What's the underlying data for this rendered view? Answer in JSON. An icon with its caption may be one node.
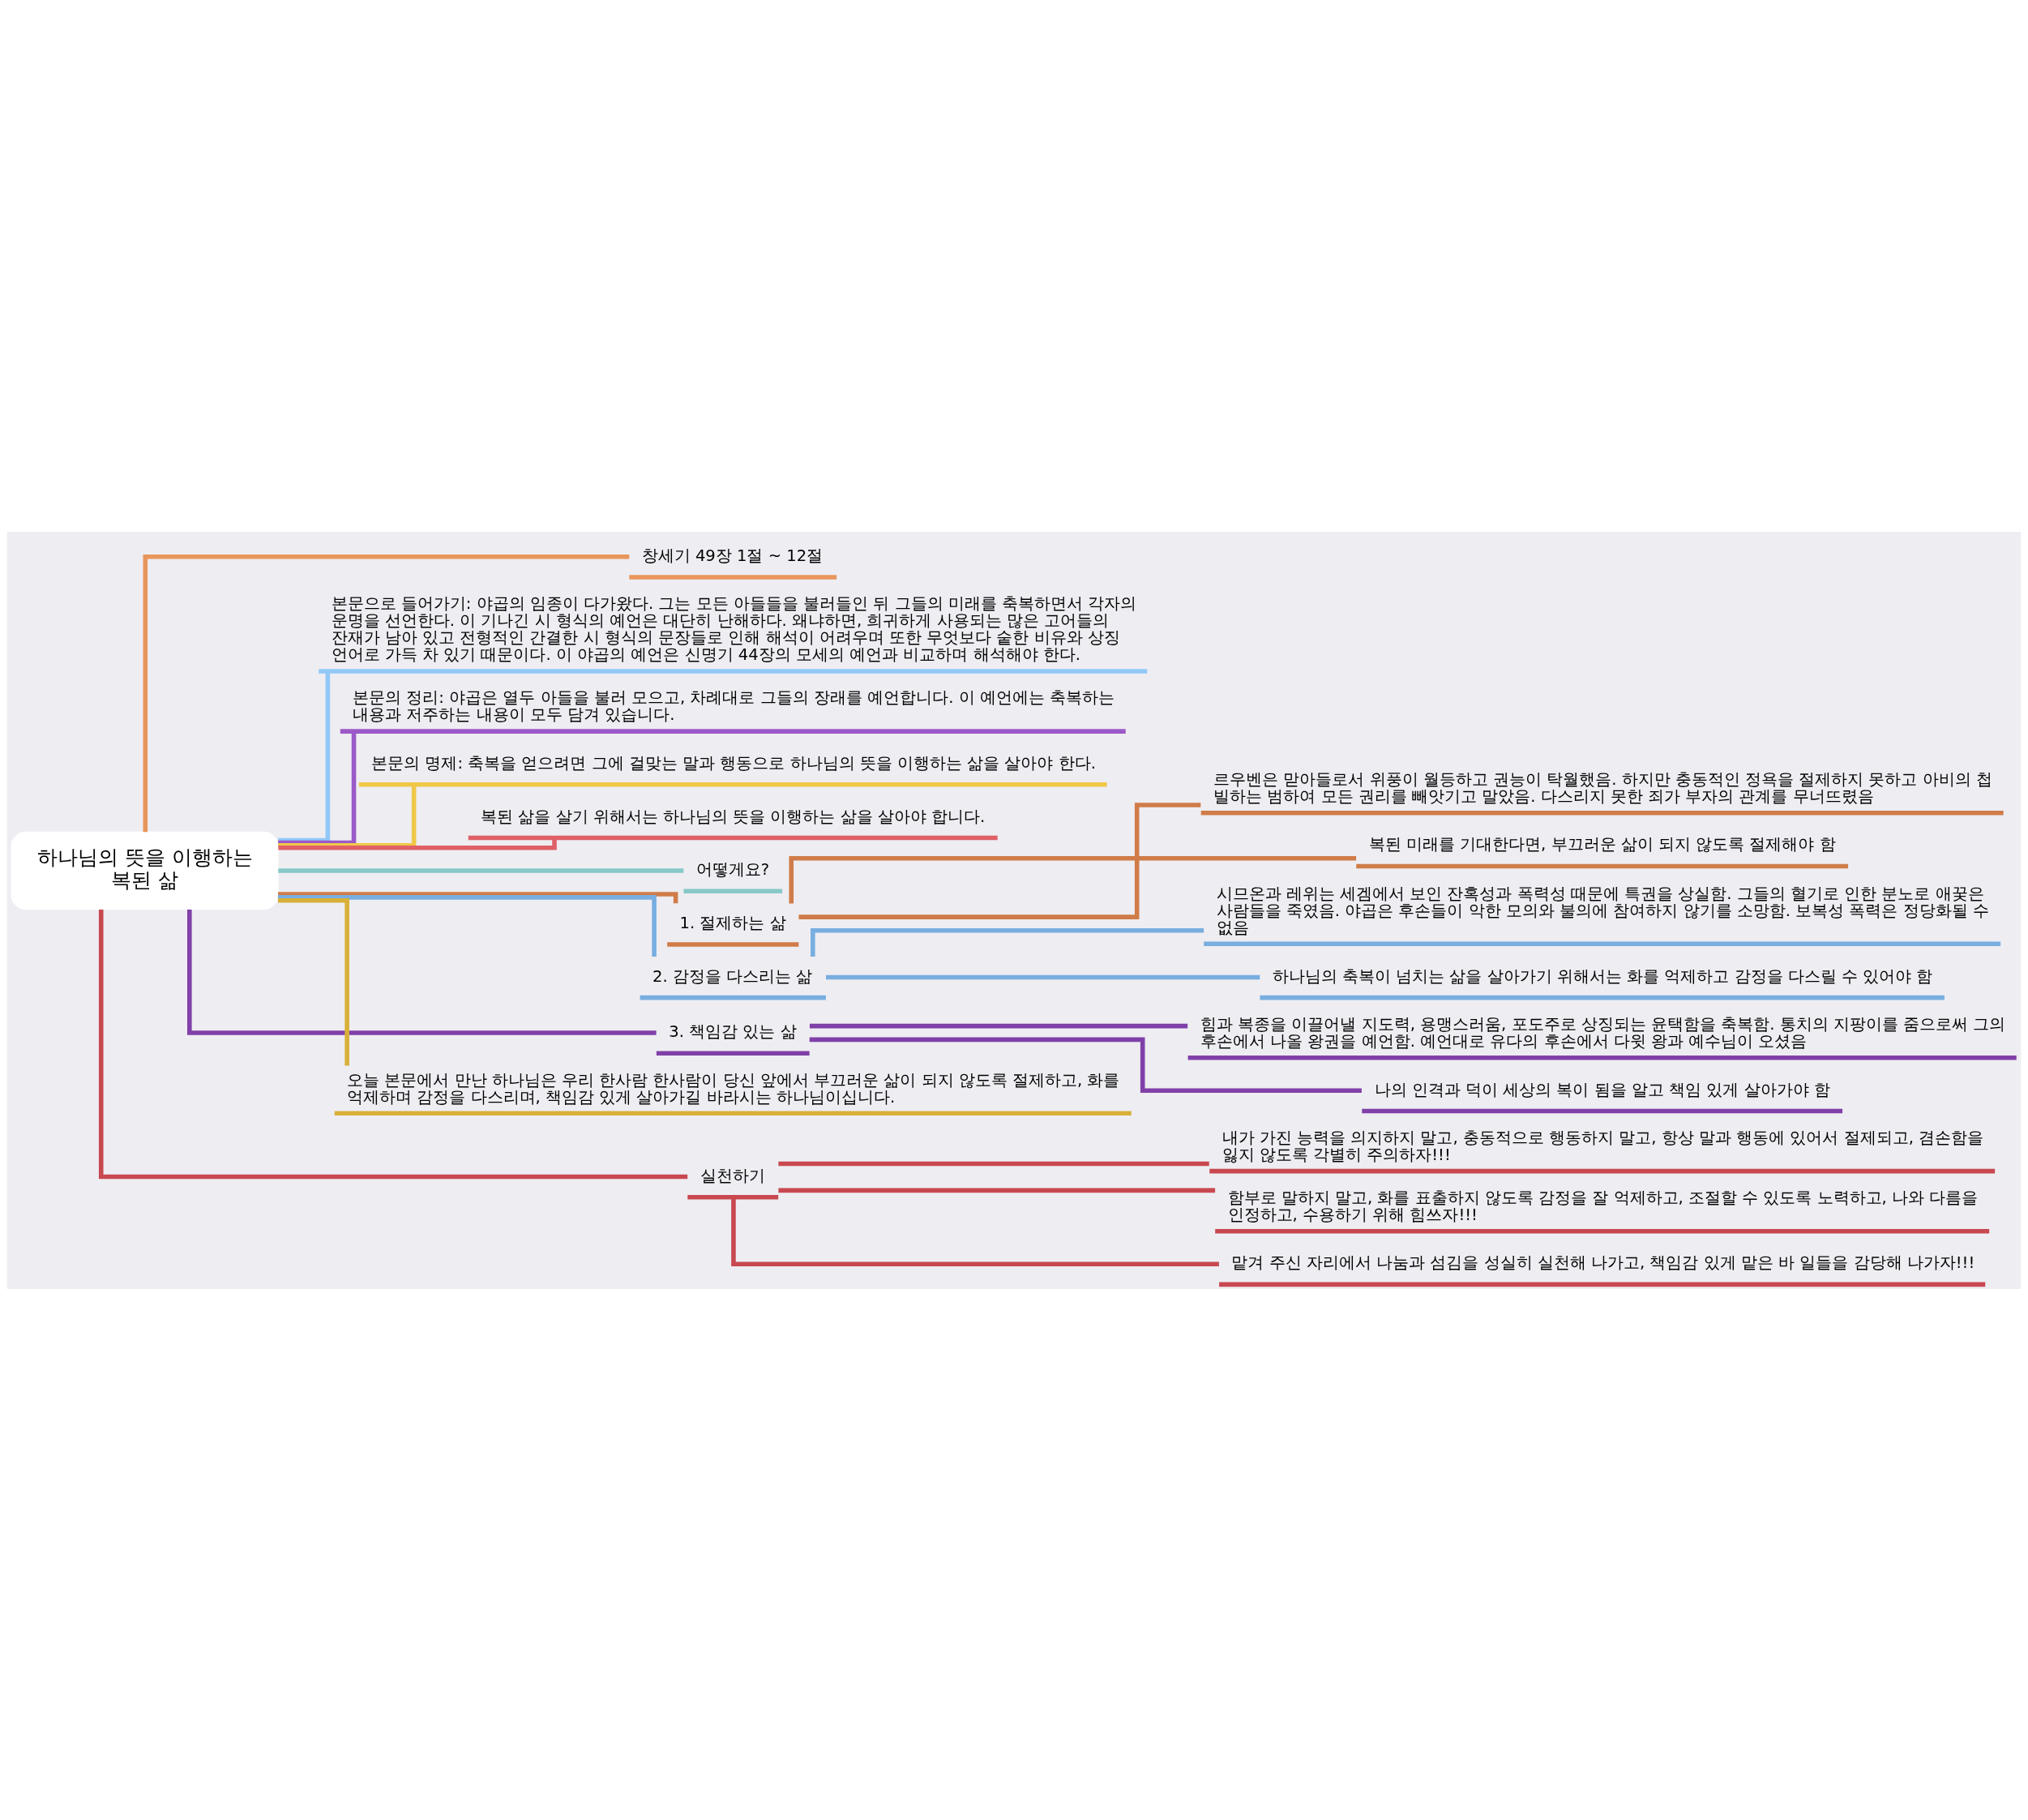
{
  "diagram": {
    "nodes": [
      {
        "text": [
          "하나님의 뜻을 이행하는 복된 삶"
        ]
      },
      {
        "text": [
          "창세기 49장 1절 ~ 12절"
        ]
      },
      {
        "text": [
          "본문으로 들어가기: 야곱의 임종이 다가왔다. 그는 모든 아들들을 불러들인 뒤 그들의 미래를 축복하면서 각자의 운명을 선언한다. 이 기나긴 시 형식의 예언은 대단히 난해하다. 왜냐하면, 희귀하게 사용되는 많은 고어들의 잔재가 남아 있고 전형적인 간결한 시 형식의 문장들로 인해 해석이 어려우며 또한 무엇보다 숱한 비유와 상징 언어로 가득 차 있기 때문이다. 이 야곱의 예언은 신명기 44장의 모세의 예언과 비교하며 해석해야 한다."
        ]
      },
      {
        "text": [
          "본문의 정리: 야곱은 열두 아들을 불러 모으고, 차례대로 그들의 장래를 예언합니다. 이 예언에는 축복하는 내용과 저주하는 내용이 모두 담겨 있습니다."
        ]
      },
      {
        "text": [
          "본문의 명제: 축복을 얻으려면 그에 걸맞는 말과 행동으로 하나님의 뜻을 이행하는 삶을 살아야 한다."
        ]
      },
      {
        "text": [
          "복된 삶을 살기 위해서는 하나님의 뜻을 이행하는 삶을 살아야 합니다."
        ]
      },
      {
        "text": [
          "어떻게요?"
        ]
      },
      {
        "text": [
          "1. 절제하는 삶"
        ]
      },
      {
        "text": [
          "르우벤은 맏아들로서 위풍이 월등하고 권능이 탁월했음. 하지만 충동적인 정욕을 절제하지 못하고 아비의 첩 빌하는 범하여 모든 권리를 빼앗기고 말았음. 다스리지 못한 죄가 부자의 관계를 무너뜨렸음"
        ]
      },
      {
        "text": [
          "복된 미래를 기대한다면, 부끄러운 삶이 되지 않도록 절제해야 함"
        ]
      },
      {
        "text": [
          "2. 감정을 다스리는 삶"
        ]
      },
      {
        "text": [
          "시므온과 레위는 세겜에서 보인 잔혹성과 폭력성 때문에 특권을 상실함. 그들의 혈기로 인한 분노로 애꿎은 사람들을 죽였음. 야곱은 후손들이 악한 모의와 불의에 참여하지 않기를 소망함. 보복성 폭력은 정당화될 수 없음"
        ]
      },
      {
        "text": [
          "하나님의 축복이 넘치는 삶을 살아가기 위해서는 화를 억제하고 감정을 다스릴 수 있어야 함"
        ]
      },
      {
        "text": [
          "3. 책임감 있는 삶"
        ]
      },
      {
        "text": [
          "힘과 복종을 이끌어낼 지도력, 용맹스러움, 포도주로 상징되는 윤택함을 축복함. 통치의 지팡이를 줌으로써 그의 후손에서 나올 왕권을 예언함. 예언대로 유다의 후손에서 다윗 왕과 예수님이 오셨음"
        ]
      },
      {
        "text": [
          "나의 인격과 덕이 세상의 복이 됨을 알고 책임 있게 살아가야 함"
        ]
      },
      {
        "text": [
          "오늘 본문에서 만난 하나님은 우리 한사람 한사람이 당신 앞에서 부끄러운 삶이 되지 않도록 절제하고, 화를 억제하며 감정을 다스리며, 책임감 있게 살아가길 바라시는 하나님이십니다."
        ]
      },
      {
        "text": [
          "실천하기"
        ]
      },
      {
        "text": [
          "내가 가진 능력을 의지하지 말고, 충동적으로 행동하지 말고, 항상 말과 행동에 있어서 절제되고, 겸손함을 잃지 않도록 각별히 주의하자!!!"
        ]
      },
      {
        "text": [
          "함부로 말하지 말고, 화를 표출하지 않도록 감정을 잘 억제하고, 조절할 수 있도록 노력하고, 나와 다름을 인정하고, 수용하기 위해 힘쓰자!!!"
        ]
      },
      {
        "text": [
          "맡겨 주신 자리에서 나눔과 섬김을 성실히 실천해 나가고, 책임감 있게 맡은 바 일들을 감당해 나가자!!!"
        ]
      }
    ],
    "edges": [
      {
        "from": 0,
        "to": 1,
        "arrow": "none",
        "color": "#e8965c"
      },
      {
        "from": 0,
        "to": 2,
        "arrow": "none",
        "color": "#90c8f8"
      },
      {
        "from": 0,
        "to": 3,
        "arrow": "none",
        "color": "#9b59c8"
      },
      {
        "from": 0,
        "to": 4,
        "arrow": "none",
        "color": "#f0c848"
      },
      {
        "from": 0,
        "to": 5,
        "arrow": "none",
        "color": "#e06068"
      },
      {
        "from": 0,
        "to": 6,
        "arrow": "none",
        "color": "#88c8c8"
      },
      {
        "from": 0,
        "to": 7,
        "arrow": "none",
        "color": "#d07c48"
      },
      {
        "from": 7,
        "to": 8,
        "arrow": "none",
        "color": "#d07c48"
      },
      {
        "from": 7,
        "to": 9,
        "arrow": "none",
        "color": "#d07c48"
      },
      {
        "from": 0,
        "to": 10,
        "arrow": "none",
        "color": "#78aee0"
      },
      {
        "from": 10,
        "to": 11,
        "arrow": "none",
        "color": "#78aee0"
      },
      {
        "from": 10,
        "to": 12,
        "arrow": "none",
        "color": "#78aee0"
      },
      {
        "from": 0,
        "to": 13,
        "arrow": "none",
        "color": "#8040a8"
      },
      {
        "from": 13,
        "to": 14,
        "arrow": "none",
        "color": "#8040a8"
      },
      {
        "from": 13,
        "to": 15,
        "arrow": "none",
        "color": "#8040a8"
      },
      {
        "from": 0,
        "to": 16,
        "arrow": "none",
        "color": "#d8b038"
      },
      {
        "from": 0,
        "to": 17,
        "arrow": "none",
        "color": "#c84850"
      },
      {
        "from": 17,
        "to": 18,
        "arrow": "none",
        "color": "#c84850"
      },
      {
        "from": 17,
        "to": 19,
        "arrow": "none",
        "color": "#c84850"
      },
      {
        "from": 17,
        "to": 20,
        "arrow": "none",
        "color": "#c84850"
      }
    ]
  }
}
